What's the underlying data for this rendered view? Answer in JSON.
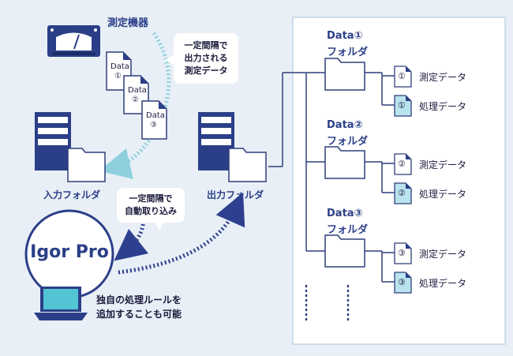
{
  "device": {
    "label": "測定機器"
  },
  "files": [
    {
      "line1": "Data",
      "line2": "①"
    },
    {
      "line1": "Data",
      "line2": "②"
    },
    {
      "line1": "Data",
      "line2": "③"
    }
  ],
  "bubbles": {
    "measure": [
      "一定間隔で",
      "出力される",
      "測定データ"
    ],
    "auto": [
      "一定間隔で",
      "自動取り込み"
    ]
  },
  "input_folder": {
    "label": "入力フォルダ"
  },
  "output_folder": {
    "label": "出力フォルダ"
  },
  "igor": {
    "logo": "Igor Pro",
    "caption": [
      "独自の処理ルールを",
      "追加することも可能"
    ]
  },
  "data_folders": [
    {
      "title": "Data①",
      "sub": "フォルダ",
      "mark": "①",
      "processed_mark": "①",
      "measure_label": "測定データ",
      "processed_label": "処理データ"
    },
    {
      "title": "Data②",
      "sub": "フォルダ",
      "mark": "②",
      "processed_mark": "②",
      "measure_label": "測定データ",
      "processed_label": "処理データ"
    },
    {
      "title": "Data③",
      "sub": "フォルダ",
      "mark": "③",
      "processed_mark": "③",
      "measure_label": "測定データ",
      "processed_label": "処理データ"
    }
  ],
  "colors": {
    "navy": "#2b3f88",
    "folder_outline": "#2f3f7a",
    "dotted_teal": "#8fd0de",
    "dotted_navy": "#2f3f8f",
    "processed_fill": "#b9e3ee",
    "screen": "#53c4d3"
  }
}
